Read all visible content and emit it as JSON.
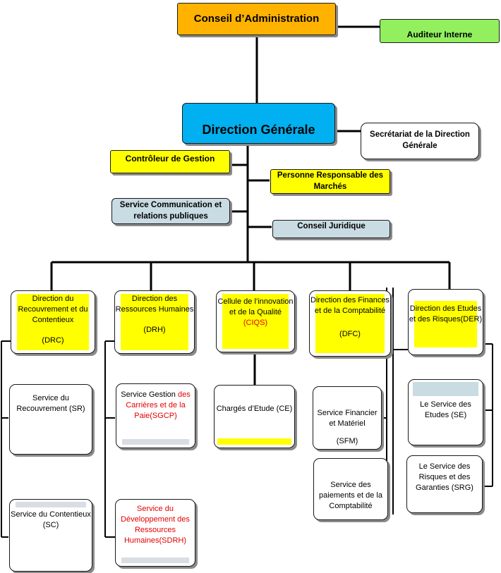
{
  "top": {
    "conseil": "Conseil d’Administration",
    "auditeur": "Auditeur Interne",
    "direction_generale": "Direction Générale",
    "secretariat": "Secrétariat de la Direction Générale",
    "controleur": "Contrôleur de Gestion",
    "prm": "Personne Responsable des Marchés",
    "communication": "Service Communication et relations publiques",
    "juridique": "Conseil Juridique"
  },
  "directions": [
    {
      "name": "Direction du Recouvrement et du Contentieux",
      "abbr": "(DRC)"
    },
    {
      "name": "Direction des Ressources Humaines",
      "abbr": "(DRH)"
    },
    {
      "name_prefix": "Cellule de l’innovation et de la Qualité",
      "abbr": "(CIQS)"
    },
    {
      "name": "Direction des Finances et de la Comptabilité",
      "abbr": "(DFC)"
    },
    {
      "name": "Direction des Etudes et des Risques(DER)"
    }
  ],
  "services": {
    "sr": "Service du Recouvrement (SR)",
    "sc": "Service du Contentieux (SC)",
    "sgcp_black": "Service Gestion",
    "sgcp_red": "des Carrières et de la Paie(SGCP)",
    "sdrh": "Service du Développement des Ressources Humaines(SDRH)",
    "ce": "Chargés d’Etude (CE)",
    "sfm": "Service Financier et Matériel",
    "sfm_abbr": "(SFM)",
    "spc": "Service des paiements et de la Comptabilité",
    "se": "Le Service des Etudes (SE)",
    "srg": "Le Service des Risques et des Garanties (SRG)"
  },
  "colors": {
    "orange": "#ffb200",
    "green": "#92f05e",
    "blue": "#00b0f0",
    "yellow": "#ffff00",
    "grayblue": "#c9dbe3",
    "red": "#e30000"
  }
}
